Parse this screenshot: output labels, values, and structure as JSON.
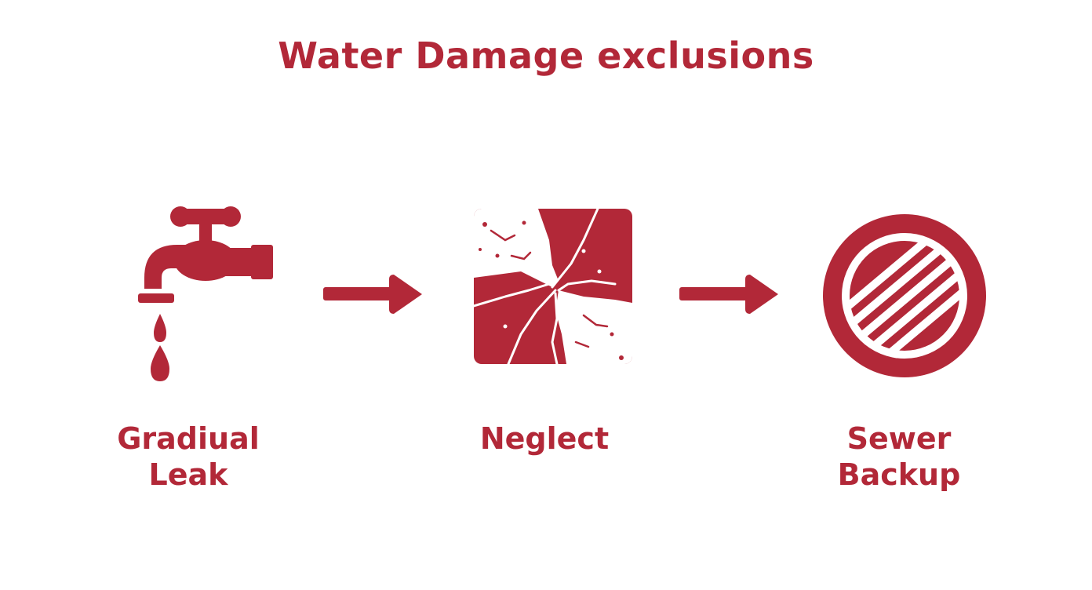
{
  "title": "Water Damage exclusions",
  "accent_color": "#b22838",
  "steps": [
    {
      "icon": "faucet-drip-icon",
      "label_lines": [
        "Gradiual",
        "Leak"
      ]
    },
    {
      "icon": "cracked-wall-icon",
      "label_lines": [
        "Neglect"
      ]
    },
    {
      "icon": "drain-grate-icon",
      "label_lines": [
        "Sewer",
        "Backup"
      ]
    }
  ],
  "connectors": [
    "arrow-right-icon",
    "arrow-right-icon"
  ]
}
